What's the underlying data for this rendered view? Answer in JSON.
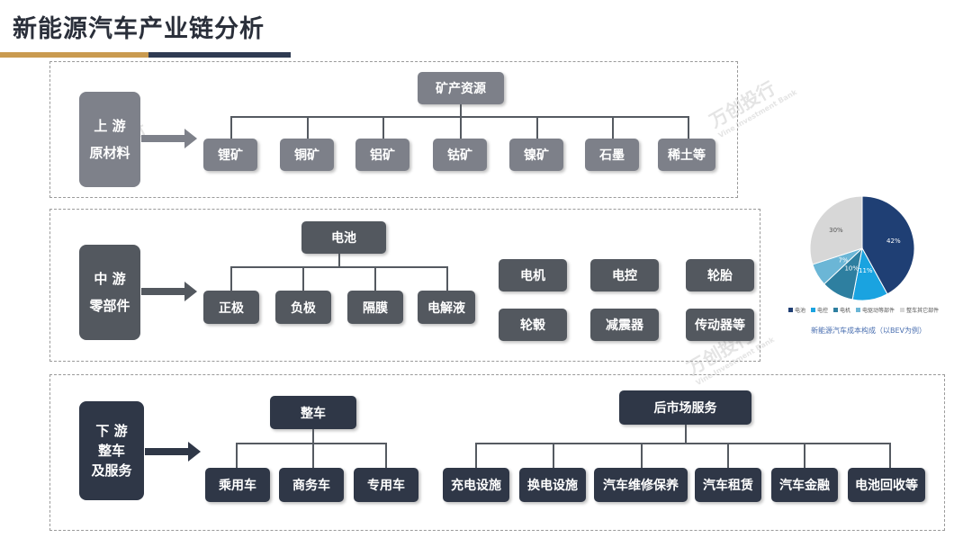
{
  "page": {
    "title": "新能源汽车产业链分析"
  },
  "upstream": {
    "label_line1": "上 游",
    "label_line2": "原材料",
    "root": "矿产资源",
    "items": [
      "锂矿",
      "铜矿",
      "铝矿",
      "钴矿",
      "镍矿",
      "石墨",
      "稀土等"
    ]
  },
  "midstream": {
    "label_line1": "中 游",
    "label_line2": "零部件",
    "battery_root": "电池",
    "battery_items": [
      "正极",
      "负极",
      "隔膜",
      "电解液"
    ],
    "other_items": [
      "电机",
      "电控",
      "轮胎",
      "轮毂",
      "减震器",
      "传动器等"
    ]
  },
  "downstream": {
    "label_line1": "下 游",
    "label_line2": "整车",
    "label_line3": "及服务",
    "vehicle_root": "整车",
    "vehicle_items": [
      "乘用车",
      "商务车",
      "专用车"
    ],
    "service_root": "后市场服务",
    "service_items": [
      "充电设施",
      "换电设施",
      "汽车维修保养",
      "汽车租赁",
      "汽车金融",
      "电池回收等"
    ]
  },
  "watermark": {
    "text": "万创投行",
    "sub": "Vine Investment Bank"
  },
  "chart_data": {
    "type": "pie",
    "title": "",
    "caption": "新能源汽车成本构成（以BEV为例）",
    "slices": [
      {
        "name": "电池",
        "value": 42,
        "label": "42%",
        "color": "#1f3f74"
      },
      {
        "name": "电控",
        "value": 11,
        "label": "11%",
        "color": "#1aa3e0"
      },
      {
        "name": "电机",
        "value": 10,
        "label": "10%",
        "color": "#2e7fa0"
      },
      {
        "name": "电驱动等部件",
        "value": 7,
        "label": "7%",
        "color": "#6bb6d6"
      },
      {
        "name": "整车其它部件",
        "value": 30,
        "label": "30%",
        "color": "#d7d7d7"
      }
    ],
    "legend": "bottom"
  }
}
